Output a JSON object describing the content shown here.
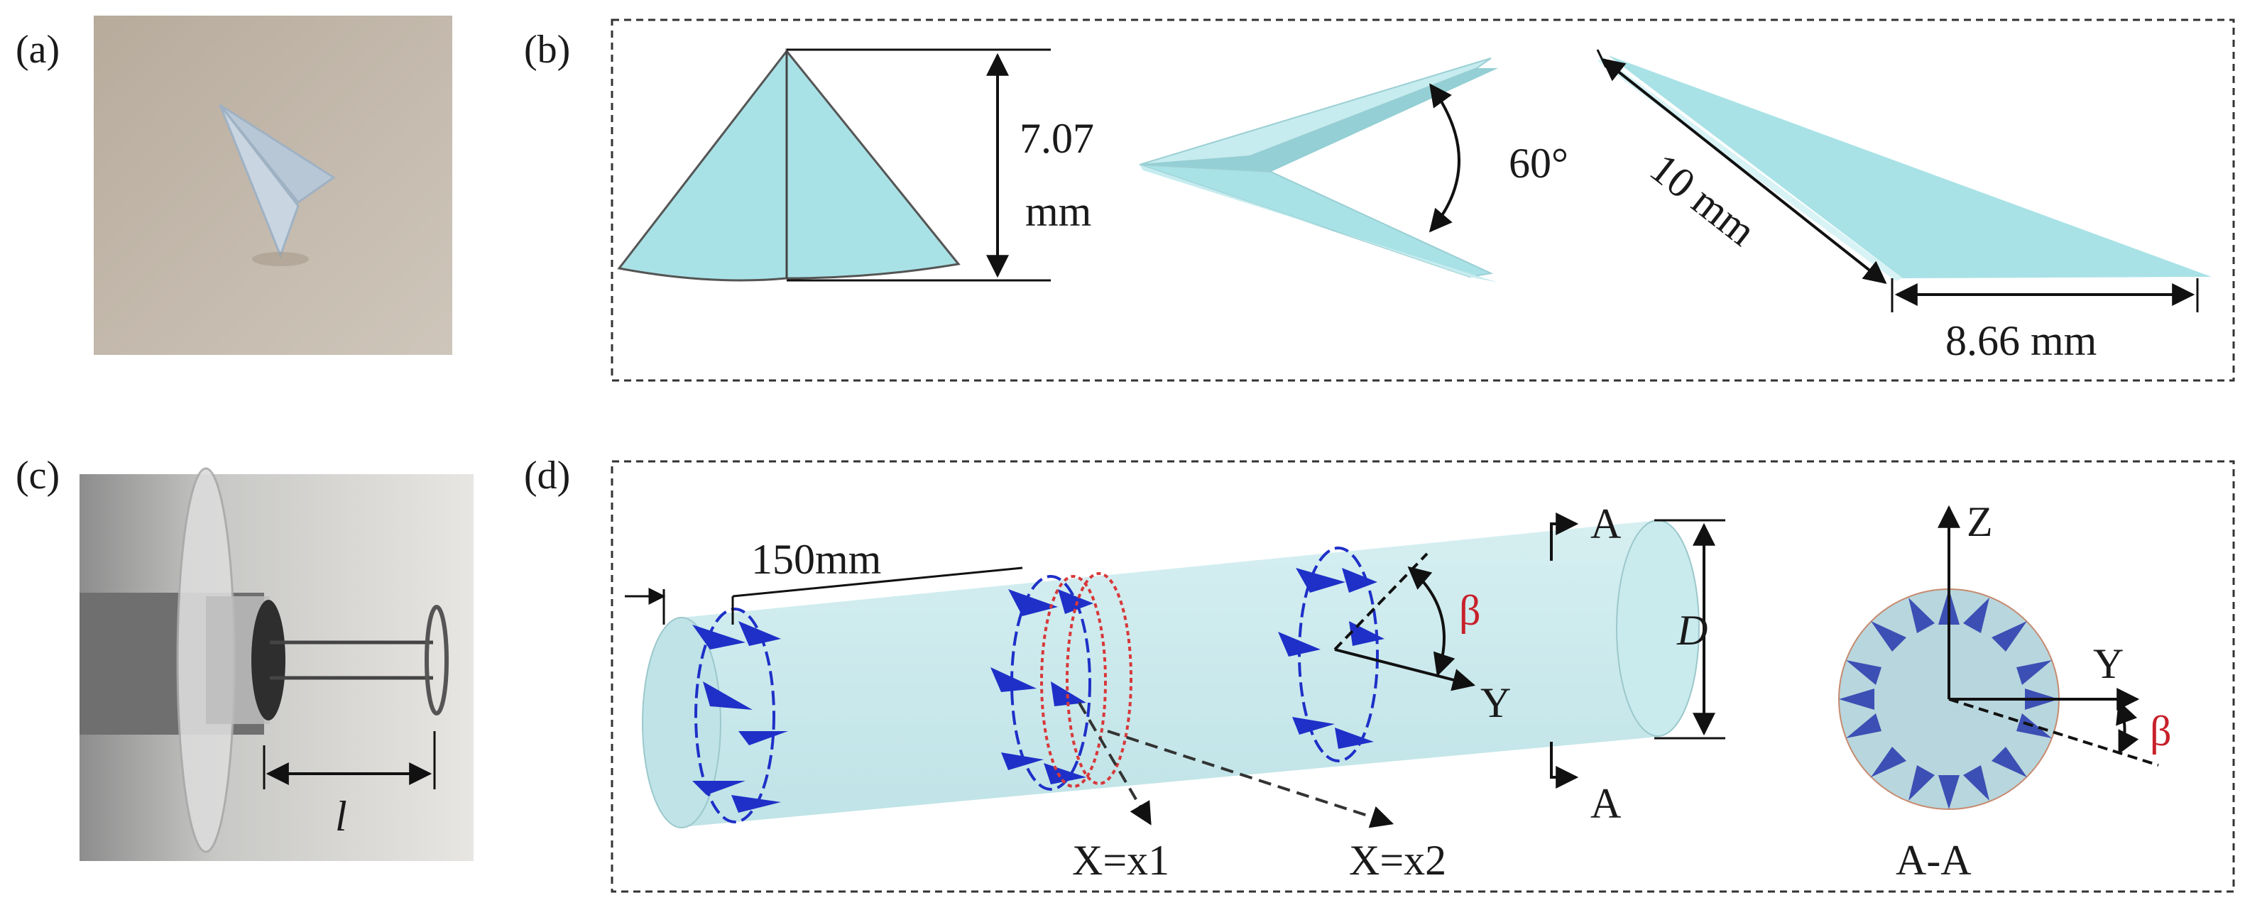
{
  "panels": {
    "a": {
      "label": "(a)"
    },
    "b": {
      "label": "(b)",
      "height_dim": "7.07",
      "height_unit": "mm",
      "angle": "60°",
      "edge_length": "10 mm",
      "base_length": "8.66 mm"
    },
    "c": {
      "label": "(c)",
      "spacing_symbol": "l"
    },
    "d": {
      "label": "(d)",
      "spacing_dim": "150mm",
      "section_label_top": "A",
      "section_label_bottom": "A",
      "diameter_symbol": "D",
      "angle_symbol": "β",
      "axis_y": "Y",
      "axis_z": "Z",
      "plane_x1": "X=x1",
      "plane_x2": "X=x2",
      "section_name": "A-A"
    }
  },
  "colors": {
    "vortex_fill": "#a9e2e6",
    "tube_fill": "#cdebee",
    "generator_blue": "#1e30c8",
    "plane_red": "#d8383a",
    "angle_red": "#c8202a"
  }
}
